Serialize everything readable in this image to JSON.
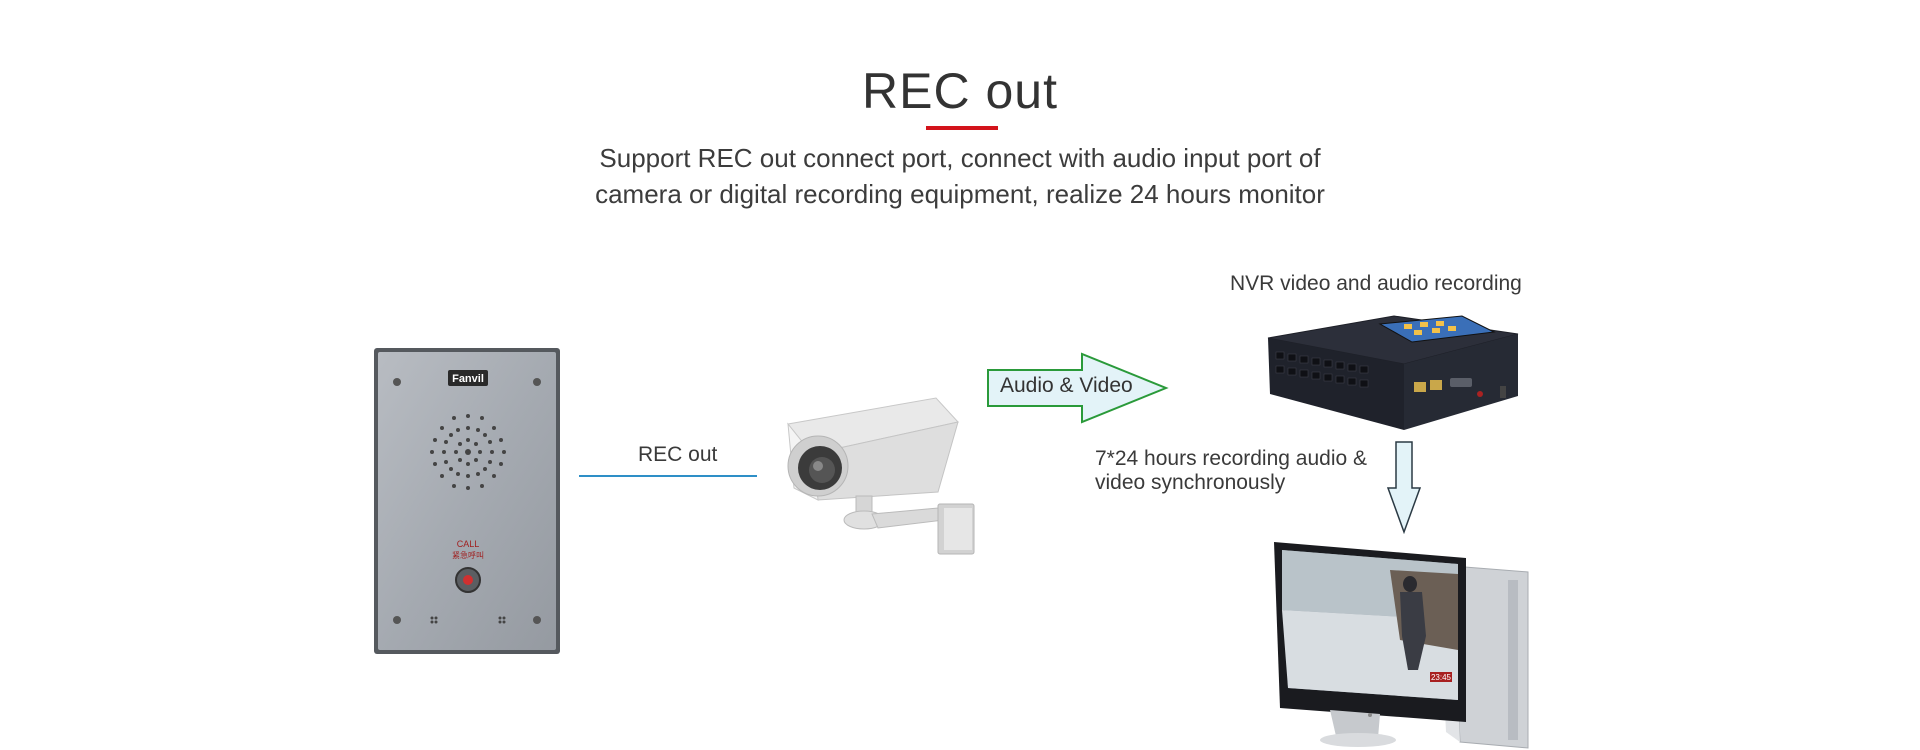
{
  "header": {
    "title": "REC out",
    "subtitle_line1": "Support REC out connect port, connect with audio input port of",
    "subtitle_line2": "camera or digital recording equipment, realize 24 hours monitor"
  },
  "diagram": {
    "rec_out_label": "REC out",
    "audio_video_label": "Audio & Video",
    "nvr_label": "NVR video and audio recording",
    "sync_label_line1": "7*24 hours recording audio &",
    "sync_label_line2": "video synchronously",
    "doorphone": {
      "brand": "Fanvil",
      "call_label": "CALL",
      "call_label_cn": "紧急呼叫"
    },
    "monitor": {
      "timestamp_badge": "23:45"
    }
  },
  "colors": {
    "accent_red": "#d3131b",
    "line_blue": "#2e8fc7",
    "arrow_green": "#2a9a3a",
    "arrow_fill": "#e3f3f8"
  }
}
